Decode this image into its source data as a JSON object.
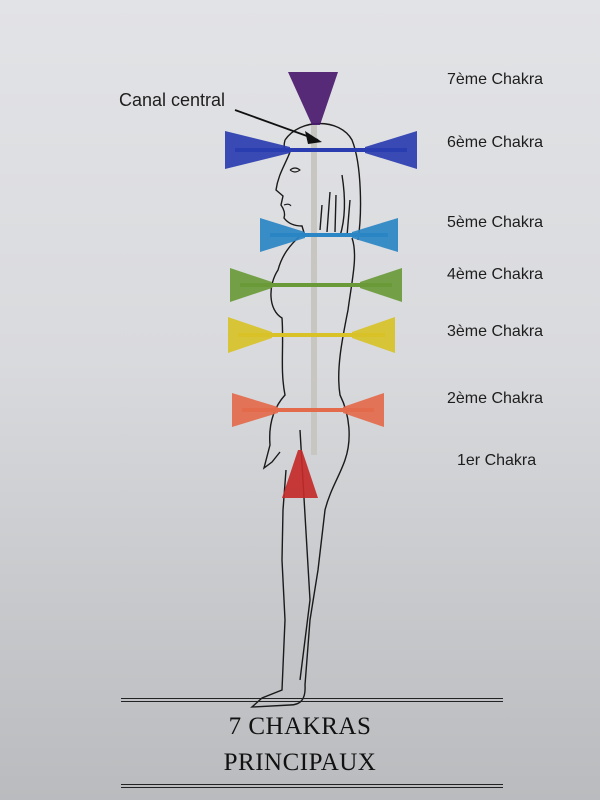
{
  "annotation": "Canal central",
  "chakras": [
    {
      "label": "7ème Chakra",
      "color": "#4a1a6e"
    },
    {
      "label": "6ème Chakra",
      "color": "#2a3db0"
    },
    {
      "label": "5ème Chakra",
      "color": "#2a86c4"
    },
    {
      "label": "4ème Chakra",
      "color": "#6a9a38"
    },
    {
      "label": "3ème Chakra",
      "color": "#d8c228"
    },
    {
      "label": "2ème Chakra",
      "color": "#e46a4c"
    },
    {
      "label": "1er Chakra",
      "color": "#c42a2a"
    }
  ],
  "title": {
    "line1": "7 CHAKRAS",
    "line2": "PRINCIPAUX"
  }
}
